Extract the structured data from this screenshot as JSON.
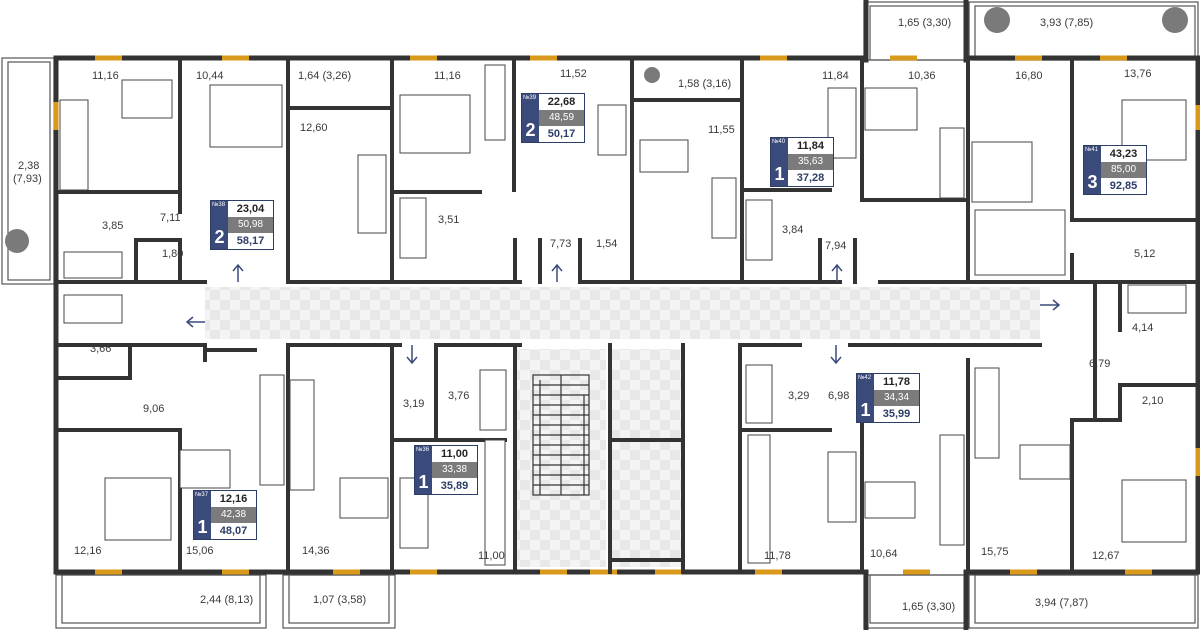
{
  "rooms": [
    {
      "id": "r1",
      "text": "11,16"
    },
    {
      "id": "r2",
      "text": "10,44"
    },
    {
      "id": "r3",
      "text": "1,64 (3,26)"
    },
    {
      "id": "r4",
      "text": "12,60"
    },
    {
      "id": "r5",
      "text": "11,16"
    },
    {
      "id": "r6",
      "text": "11,52"
    },
    {
      "id": "r7",
      "text": "1,58 (3,16)"
    },
    {
      "id": "r8",
      "text": "11,55"
    },
    {
      "id": "r9",
      "text": "11,84"
    },
    {
      "id": "r10",
      "text": "1,65 (3,30)"
    },
    {
      "id": "r11",
      "text": "10,36"
    },
    {
      "id": "r12",
      "text": "3,93 (7,85)"
    },
    {
      "id": "r13",
      "text": "16,80"
    },
    {
      "id": "r14",
      "text": "13,76"
    },
    {
      "id": "r15",
      "text": "2,38"
    },
    {
      "id": "r16",
      "text": "(7,93)"
    },
    {
      "id": "r17",
      "text": "3,85"
    },
    {
      "id": "r18",
      "text": "7,11"
    },
    {
      "id": "r19",
      "text": "1,80"
    },
    {
      "id": "r20",
      "text": "3,51"
    },
    {
      "id": "r21",
      "text": "7,73"
    },
    {
      "id": "r22",
      "text": "1,54"
    },
    {
      "id": "r23",
      "text": "3,84"
    },
    {
      "id": "r24",
      "text": "7,94"
    },
    {
      "id": "r25",
      "text": "5,12"
    },
    {
      "id": "r26",
      "text": "3,66"
    },
    {
      "id": "r27",
      "text": "9,06"
    },
    {
      "id": "r28",
      "text": "3,19"
    },
    {
      "id": "r29",
      "text": "3,76"
    },
    {
      "id": "r30",
      "text": "3,29"
    },
    {
      "id": "r31",
      "text": "6,98"
    },
    {
      "id": "r32",
      "text": "4,14"
    },
    {
      "id": "r33",
      "text": "6,79"
    },
    {
      "id": "r34",
      "text": "2,10"
    },
    {
      "id": "r35",
      "text": "12,16"
    },
    {
      "id": "r36",
      "text": "15,06"
    },
    {
      "id": "r37",
      "text": "14,36"
    },
    {
      "id": "r38",
      "text": "11,00"
    },
    {
      "id": "r39",
      "text": "11,78"
    },
    {
      "id": "r40",
      "text": "10,64"
    },
    {
      "id": "r41",
      "text": "15,75"
    },
    {
      "id": "r42",
      "text": "12,67"
    },
    {
      "id": "r43",
      "text": "2,44 (8,13)"
    },
    {
      "id": "r44",
      "text": "1,07 (3,58)"
    },
    {
      "id": "r45",
      "text": "1,65 (3,30)"
    },
    {
      "id": "r46",
      "text": "3,94 (7,87)"
    }
  ],
  "apartments": [
    {
      "number": "№38",
      "rooms": "2",
      "living": "23,04",
      "total": "50,98",
      "total_balcony": "58,17"
    },
    {
      "number": "№39",
      "rooms": "2",
      "living": "22,68",
      "total": "48,59",
      "total_balcony": "50,17"
    },
    {
      "number": "№40",
      "rooms": "1",
      "living": "11,84",
      "total": "35,63",
      "total_balcony": "37,28"
    },
    {
      "number": "№41",
      "rooms": "3",
      "living": "43,23",
      "total": "85,00",
      "total_balcony": "92,85"
    },
    {
      "number": "№37",
      "rooms": "1",
      "living": "12,16",
      "total": "42,38",
      "total_balcony": "48,07"
    },
    {
      "number": "№36",
      "rooms": "1",
      "living": "11,00",
      "total": "33,38",
      "total_balcony": "35,89"
    },
    {
      "number": "№42",
      "rooms": "1",
      "living": "11,78",
      "total": "34,34",
      "total_balcony": "35,99"
    }
  ],
  "colors": {
    "wall": "#333333",
    "window": "#d99a1c",
    "corridor": "#ececec",
    "accent": "#3a4a7a",
    "grey": "#7b7b7b",
    "plant": "#7a7a7a"
  }
}
